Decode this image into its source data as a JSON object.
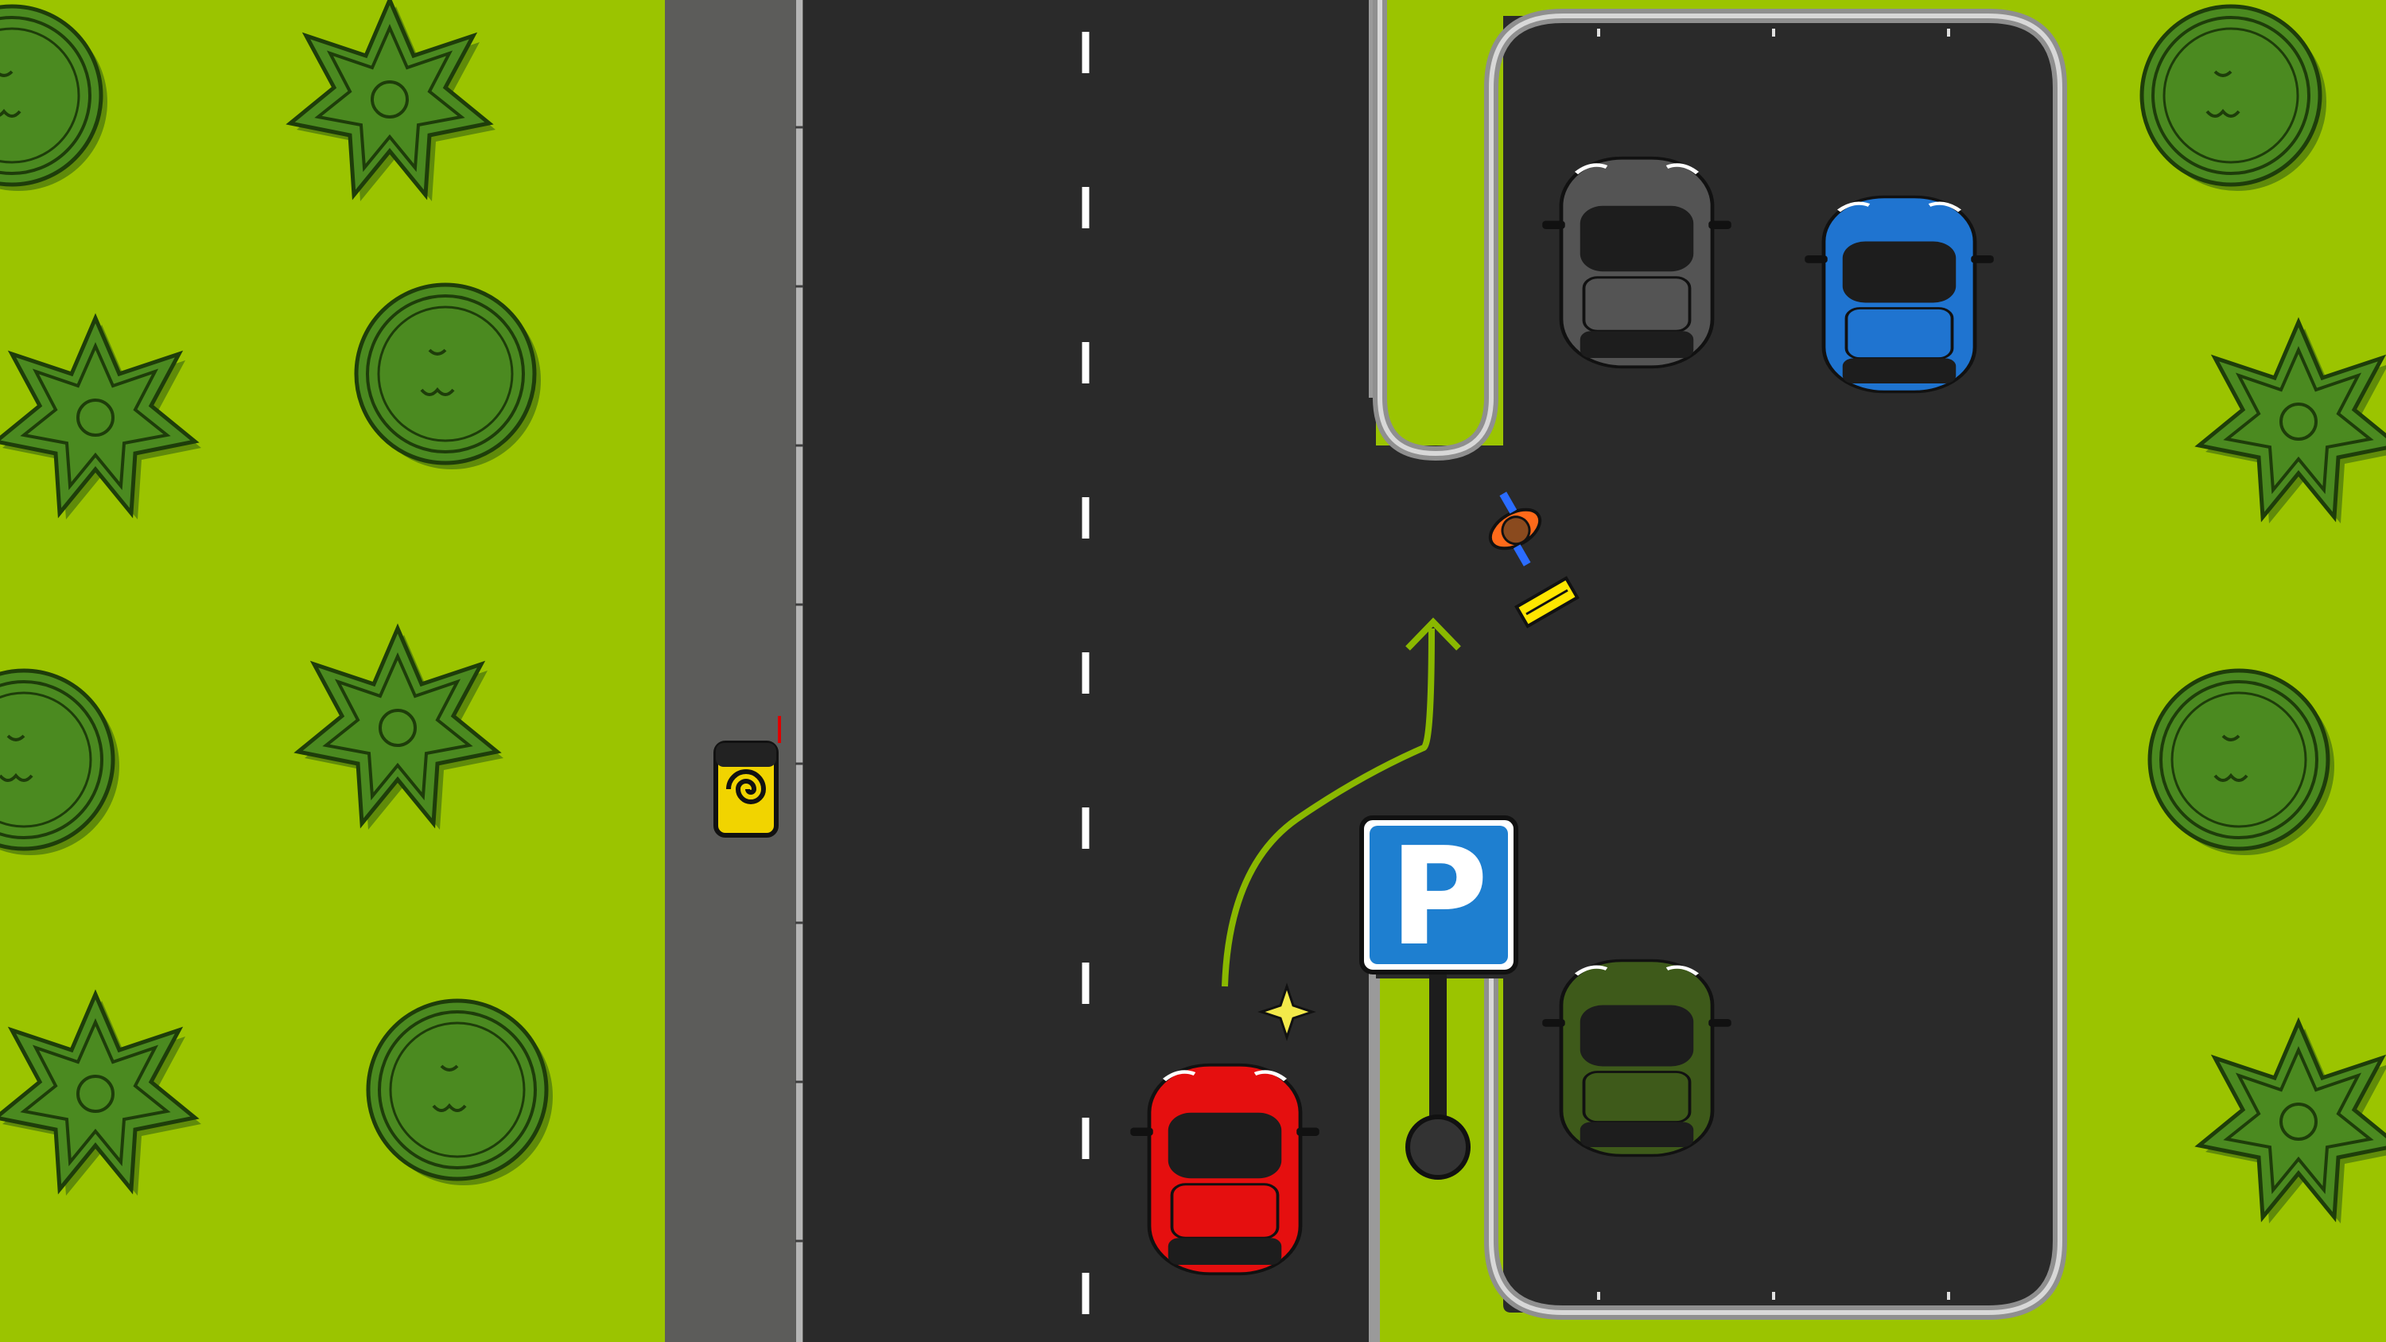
{
  "scene": {
    "description_type": "top-down driving illustration",
    "parking_sign": {
      "letter": "P",
      "color": "#1e7fd0"
    },
    "colors": {
      "grass": "#9bc400",
      "road": "#2a2a2a",
      "sidewalk": "#5c5c5a",
      "lane_marking": "#ffffff",
      "curb": "#9a9a9a",
      "path_arrow": "#8ab800"
    },
    "vehicles": [
      {
        "name": "red-car",
        "color": "#e50f0f"
      },
      {
        "name": "gray-car",
        "color": "#545454"
      },
      {
        "name": "blue-car",
        "color": "#1f74d0"
      },
      {
        "name": "green-car",
        "color": "#3e5a1a"
      }
    ],
    "icons": [
      "tree-icon",
      "bush-icon",
      "pedestrian-icon",
      "trash-bin-icon",
      "sparkle-icon",
      "parking-sign-icon"
    ]
  }
}
